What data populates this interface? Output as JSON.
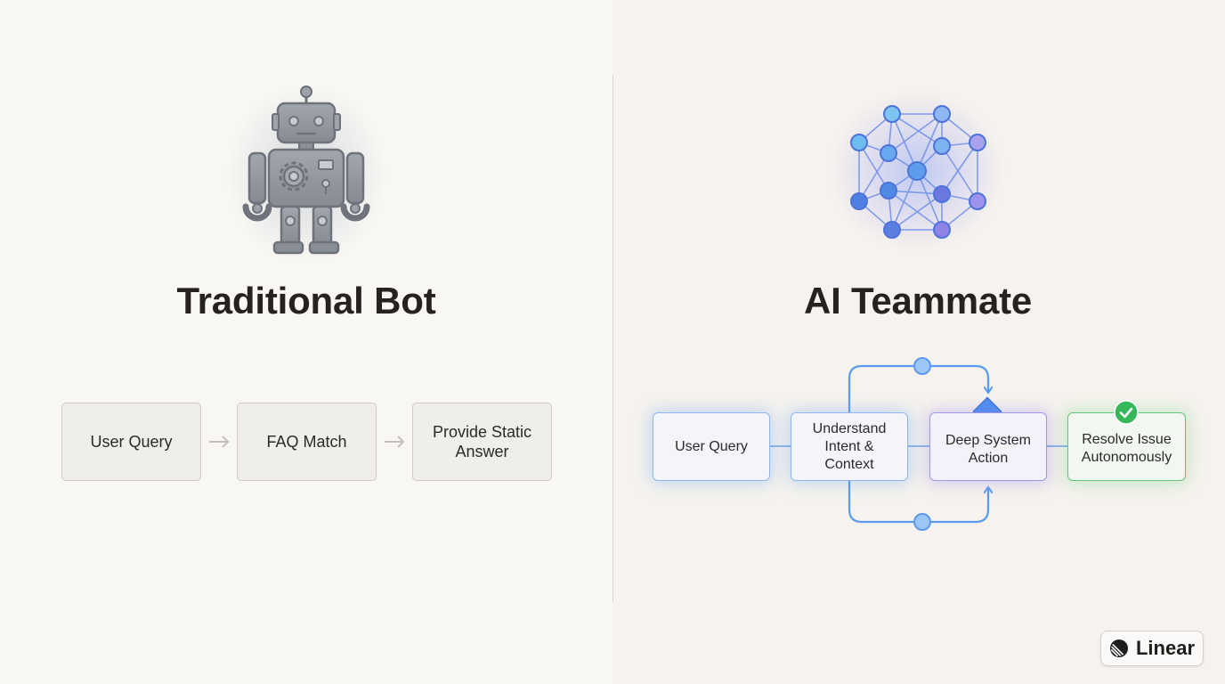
{
  "left": {
    "title": "Traditional Bot",
    "icon": "robot-icon",
    "flow": [
      "User Query",
      "FAQ Match",
      "Provide Static\nAnswer"
    ]
  },
  "right": {
    "title": "AI Teammate",
    "icon": "neural-network-icon",
    "flow": [
      "User Query",
      "Understand\nIntent &\nContext",
      "Deep System\nAction",
      "Resolve Issue\nAutonomously"
    ]
  },
  "brand": {
    "icon": "linear-logo-icon",
    "name": "Linear"
  },
  "colors": {
    "blue": "#5b9bef",
    "purple": "#8a7be6",
    "green": "#3fbf64",
    "grey_box": "#efeeeb"
  }
}
